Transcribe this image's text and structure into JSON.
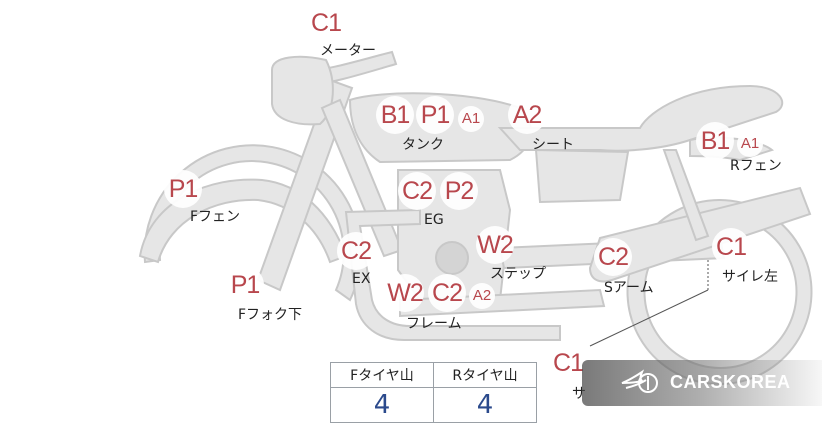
{
  "parts": [
    {
      "code": "C1",
      "label": "メーター"
    },
    {
      "code": "B1",
      "label": ""
    },
    {
      "code": "P1",
      "label": ""
    },
    {
      "code": "A1",
      "label": "タンク"
    },
    {
      "code": "A2",
      "label": "シート"
    },
    {
      "code": "B1",
      "label": ""
    },
    {
      "code": "A1",
      "label": "Rフェン"
    },
    {
      "code": "P1",
      "label": "Fフェン"
    },
    {
      "code": "C2",
      "label": ""
    },
    {
      "code": "P2",
      "label": "EG"
    },
    {
      "code": "W2",
      "label": "ステップ"
    },
    {
      "code": "C2",
      "label": "EX"
    },
    {
      "code": "C2",
      "label": "Sアーム"
    },
    {
      "code": "C1",
      "label": "サイレ左"
    },
    {
      "code": "P1",
      "label": "Fフォク下"
    },
    {
      "code": "W2",
      "label": ""
    },
    {
      "code": "C2",
      "label": ""
    },
    {
      "code": "A2",
      "label": "フレーム"
    },
    {
      "code": "C1",
      "label": "サ"
    }
  ],
  "tread_table": {
    "headers": [
      "Fタイヤ山",
      "Rタイヤ山"
    ],
    "values": [
      "4",
      "4"
    ]
  },
  "watermark": {
    "text": "CARSKOREA",
    "icon": "flame-logo-icon"
  },
  "colors": {
    "badge_text": "#b8474d",
    "body_fill": "#e6e6e6",
    "body_stroke": "#c9c9c9",
    "value_text": "#2b4a8c"
  }
}
